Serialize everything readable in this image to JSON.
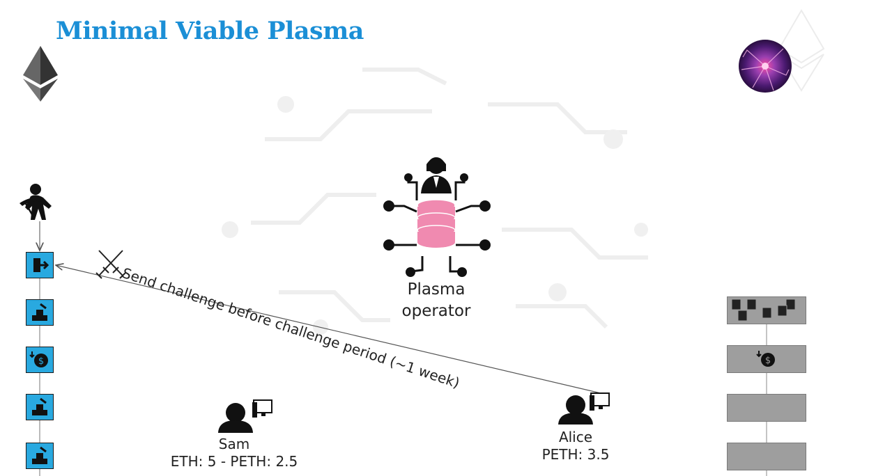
{
  "slide": {
    "title": "Minimal Viable Plasma"
  },
  "operator": {
    "line1": "Plasma",
    "line2": "operator"
  },
  "challenge_arrow": {
    "label": "Send challenge before challenge period (~1 week)"
  },
  "users": [
    {
      "name": "Sam",
      "balance": "ETH: 5 - PETH: 2.5"
    },
    {
      "name": "Alice",
      "balance": "PETH: 3.5"
    }
  ],
  "root_chain": {
    "blocks": [
      "exit-icon",
      "deposit-icon",
      "money-down-icon",
      "deposit-icon",
      "deposit-icon"
    ],
    "color": "#29a9e0"
  },
  "plasma_chain": {
    "blocks": [
      "transactions-icon",
      "money-down-icon",
      "empty",
      "empty"
    ],
    "color": "#9e9e9e"
  },
  "colors": {
    "title": "#1b8fd6",
    "db": "#f08ab0"
  }
}
